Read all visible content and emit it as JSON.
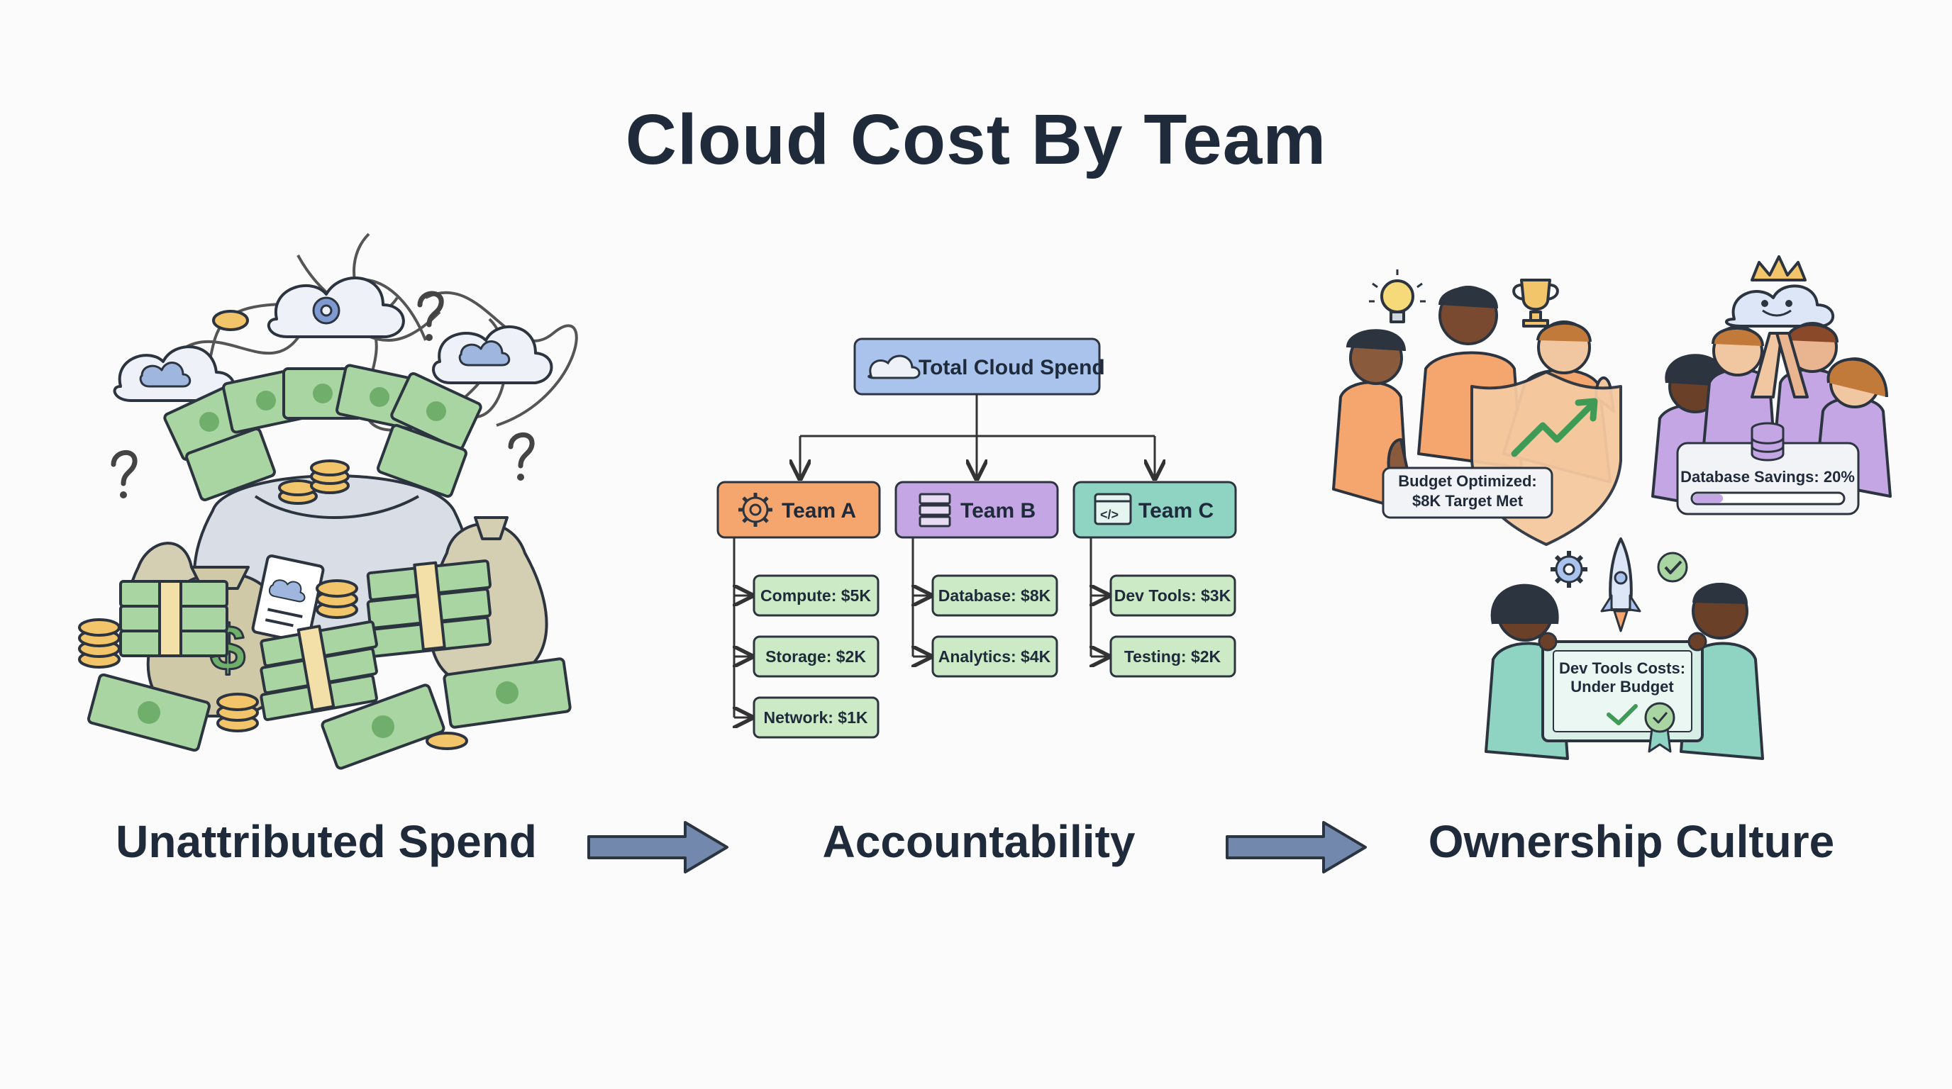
{
  "title": "Cloud Cost By Team",
  "stages": [
    {
      "label": "Unattributed Spend"
    },
    {
      "label": "Accountability"
    },
    {
      "label": "Ownership Culture"
    }
  ],
  "tree": {
    "root": "Total Cloud Spend",
    "teams": [
      {
        "name": "Team A",
        "icon": "gear-icon",
        "color": "#f5a66e",
        "items": [
          "Compute: $5K",
          "Storage: $2K",
          "Network: $1K"
        ]
      },
      {
        "name": "Team B",
        "icon": "server-icon",
        "color": "#c3a6e3",
        "items": [
          "Database: $8K",
          "Analytics: $4K"
        ]
      },
      {
        "name": "Team C",
        "icon": "code-window-icon",
        "color": "#8fd3c2",
        "items": [
          "Dev Tools: $3K",
          "Testing: $2K"
        ]
      }
    ]
  },
  "ownership": {
    "budget_sign": [
      "Budget Optimized:",
      "$8K Target Met"
    ],
    "database_sign": "Database Savings: 20%",
    "database_progress": 0.2,
    "devtools_sign": [
      "Dev Tools Costs:",
      "Under Budget"
    ]
  },
  "colors": {
    "root": "#a9c3ec",
    "item": "#cdeac6",
    "arrow": "#7388ad",
    "money": "#a8d5a2"
  }
}
